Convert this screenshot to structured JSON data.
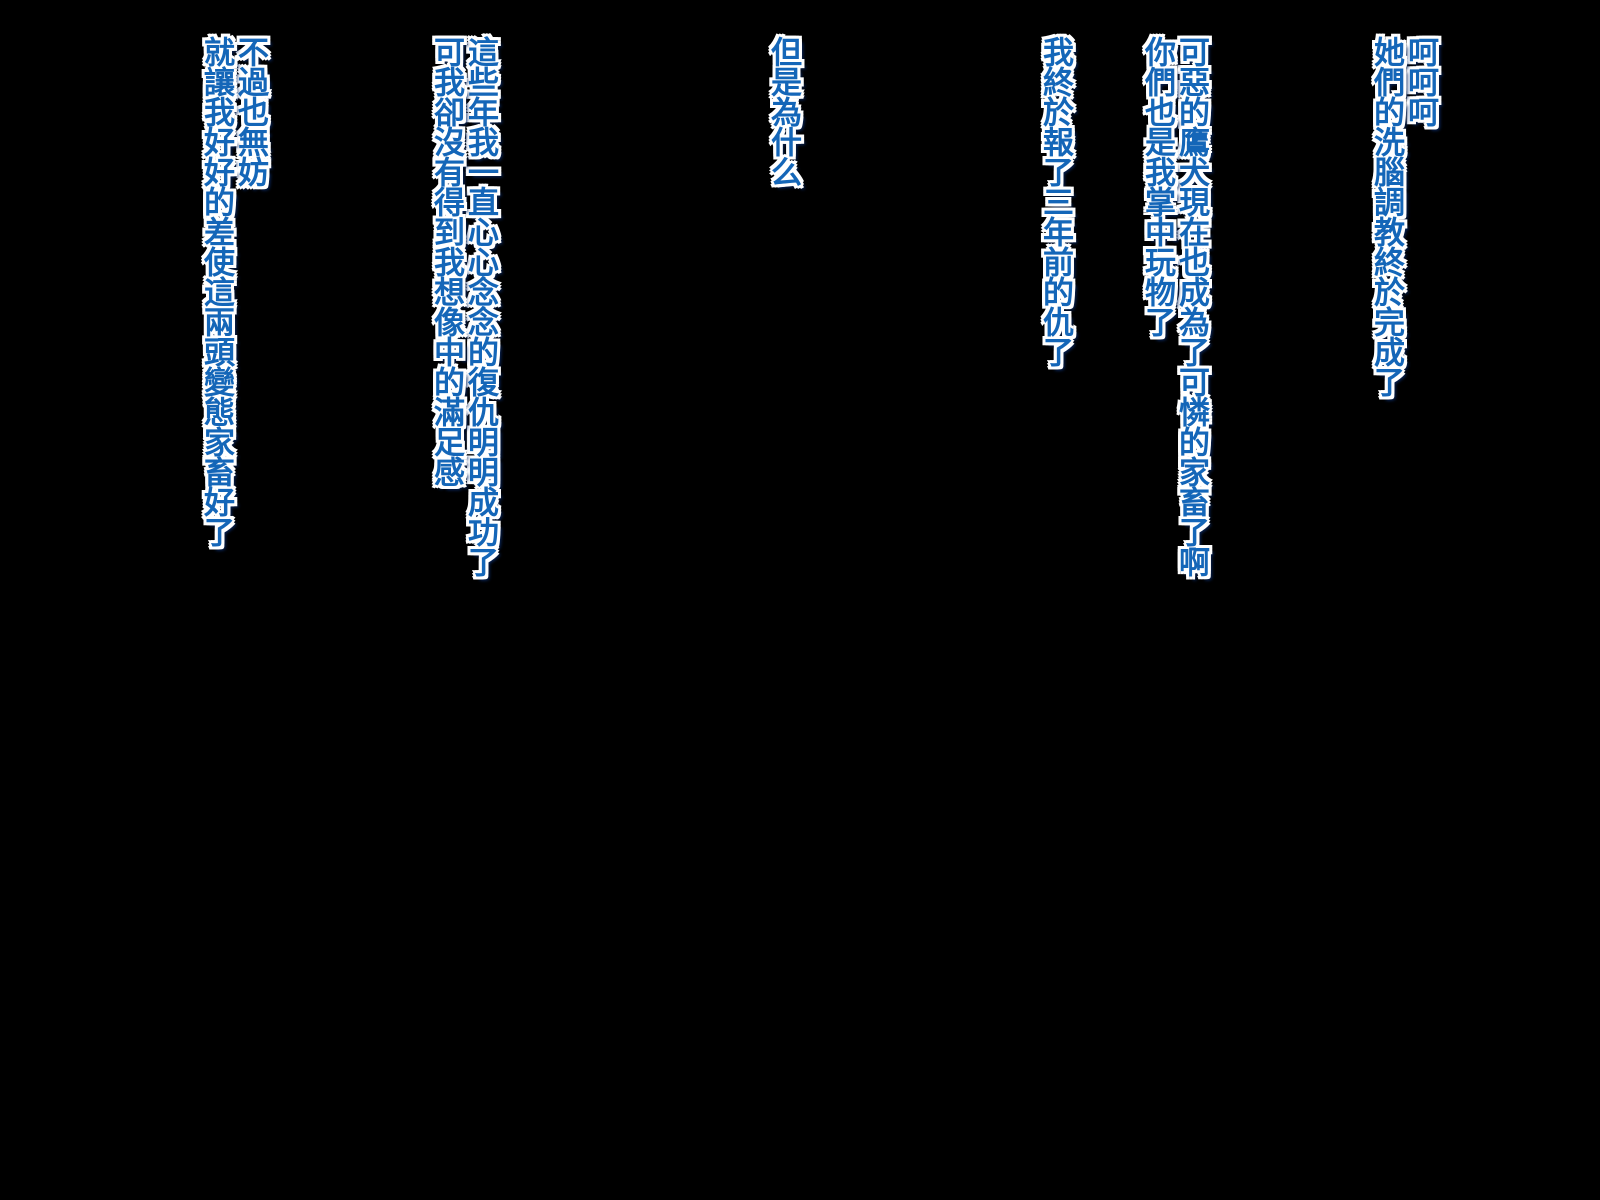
{
  "lines": [
    "呵呵呵",
    "她們的洗腦調教終於完成了",
    "可惡的鷹犬現在也成為了可憐的家畜了啊",
    "你們也是我掌中玩物了",
    "我終於報了三年前的仇了",
    "但是為什么",
    "這些年我一直心心念念的復仇明明成功了",
    "可我卻沒有得到我想像中的滿足感",
    "不過也無妨",
    "就讓我好好的差使這兩頭變態家畜好了"
  ],
  "colors": {
    "background": "#000000",
    "text": "#1466b8",
    "outline": "#ffffff"
  }
}
